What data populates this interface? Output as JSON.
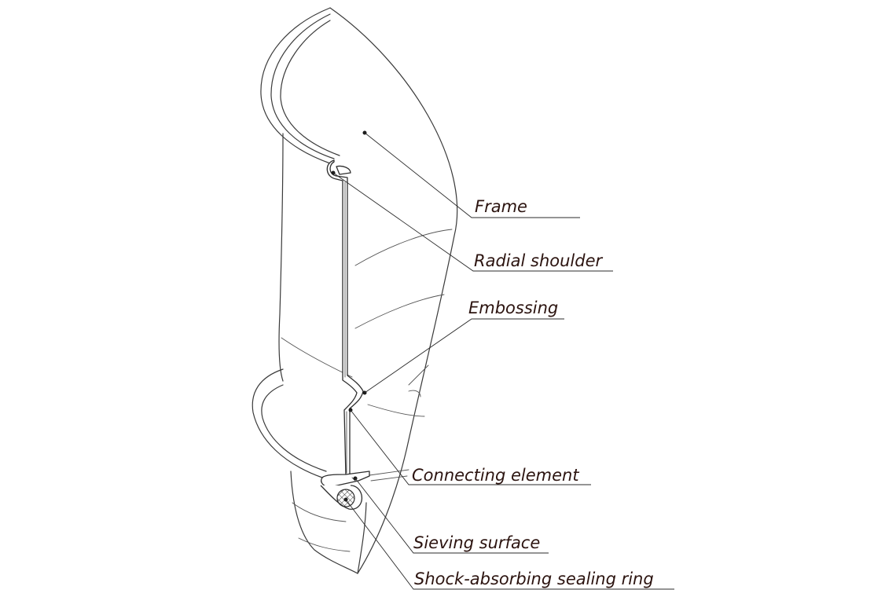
{
  "diagram": {
    "labels": {
      "frame": "Frame",
      "radial_shoulder": "Radial shoulder",
      "embossing": "Embossing",
      "connecting_element": "Connecting element",
      "sieving_surface": "Sieving surface",
      "sealing_ring": "Shock-absorbing sealing ring"
    },
    "colors": {
      "label_text": "#2c1410",
      "line": "#3a3a3a",
      "background": "#ffffff"
    }
  }
}
